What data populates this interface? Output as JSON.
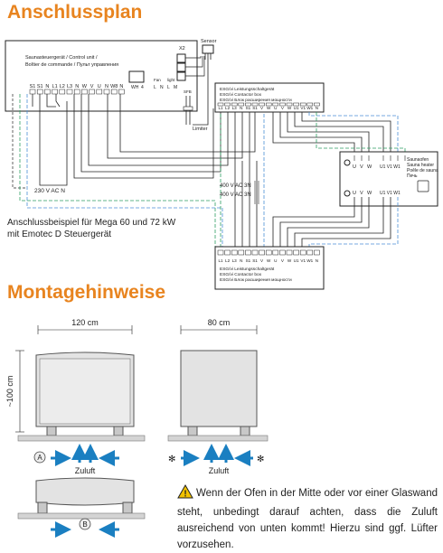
{
  "headings": {
    "wiring": "Anschlussplan",
    "mounting": "Montagehinweise"
  },
  "control_unit": {
    "title_lines": [
      "Saunasteuergerät / Control unit /",
      "Boîtier de commande / Пульт управления"
    ],
    "terminals": [
      "S1",
      "S1",
      "N",
      "L1",
      "L2",
      "L3",
      "N",
      "W",
      "V",
      "U",
      "N",
      "W8",
      "N"
    ],
    "right_terminals": [
      "WH",
      "4"
    ],
    "fan": "Fan",
    "light": "light",
    "fan_terms": [
      "L",
      "N"
    ],
    "light_terms": [
      "L",
      "M"
    ],
    "sfb": "SFB",
    "limiter": "Limiter",
    "sensor": "Sensor",
    "x2": "X2",
    "supply": "230 V AC N"
  },
  "contactor_box": {
    "title_lines": [
      "ESG/vi Leistungsschaltgerät",
      "ESG/vi Contactor box",
      "ESG/vi Блок расширения мощности"
    ],
    "terminals": [
      "L1",
      "L2",
      "L3",
      "N",
      "S1",
      "S1",
      "V",
      "W",
      "U",
      "V",
      "W",
      "U1",
      "V1",
      "W1",
      "N"
    ]
  },
  "heater": {
    "title_lines": [
      "Saunaofen",
      "Sauna heater",
      "Poêle de sauna",
      "Печь"
    ],
    "row1": [
      "U",
      "V",
      "W",
      "U1 V1 W1"
    ],
    "row2": [
      "U",
      "V",
      "W",
      "U1 V1 W1"
    ]
  },
  "supply_labels": [
    "400 V AC 3N",
    "400 V AC 3N"
  ],
  "caption": [
    "Anschlussbeispiel für Mega 60 und 72 kW",
    "mit Emotec D Steuergerät"
  ],
  "dimensions": {
    "width_front": "120 cm",
    "width_side": "80 cm",
    "height": "~100 cm"
  },
  "markers": {
    "a": "A",
    "b": "B"
  },
  "airflow_label": "Zuluft",
  "warning": "Wenn der Ofen in der Mitte oder vor einer Glaswand steht, unbedingt darauf achten, dass die Zuluft ausreichend von unten kommt! Hierzu sind ggf. Lüfter vorzusehen.",
  "colors": {
    "heading": "#e8841f",
    "arrow": "#1a7fc1",
    "wire_green": "#2e9e62",
    "wire_blue": "#4b8fd6",
    "warning": "#f2c200"
  }
}
